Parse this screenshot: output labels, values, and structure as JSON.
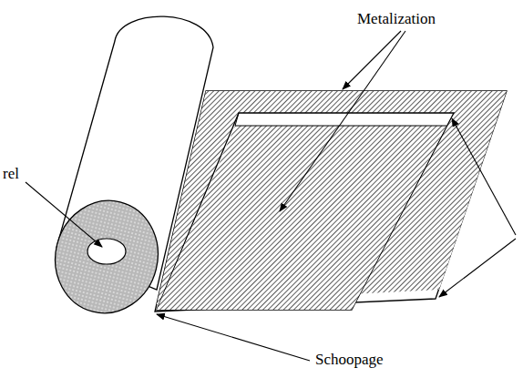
{
  "diagram": {
    "labels": [
      "Metalization",
      "rel",
      "Schoopage"
    ]
  }
}
